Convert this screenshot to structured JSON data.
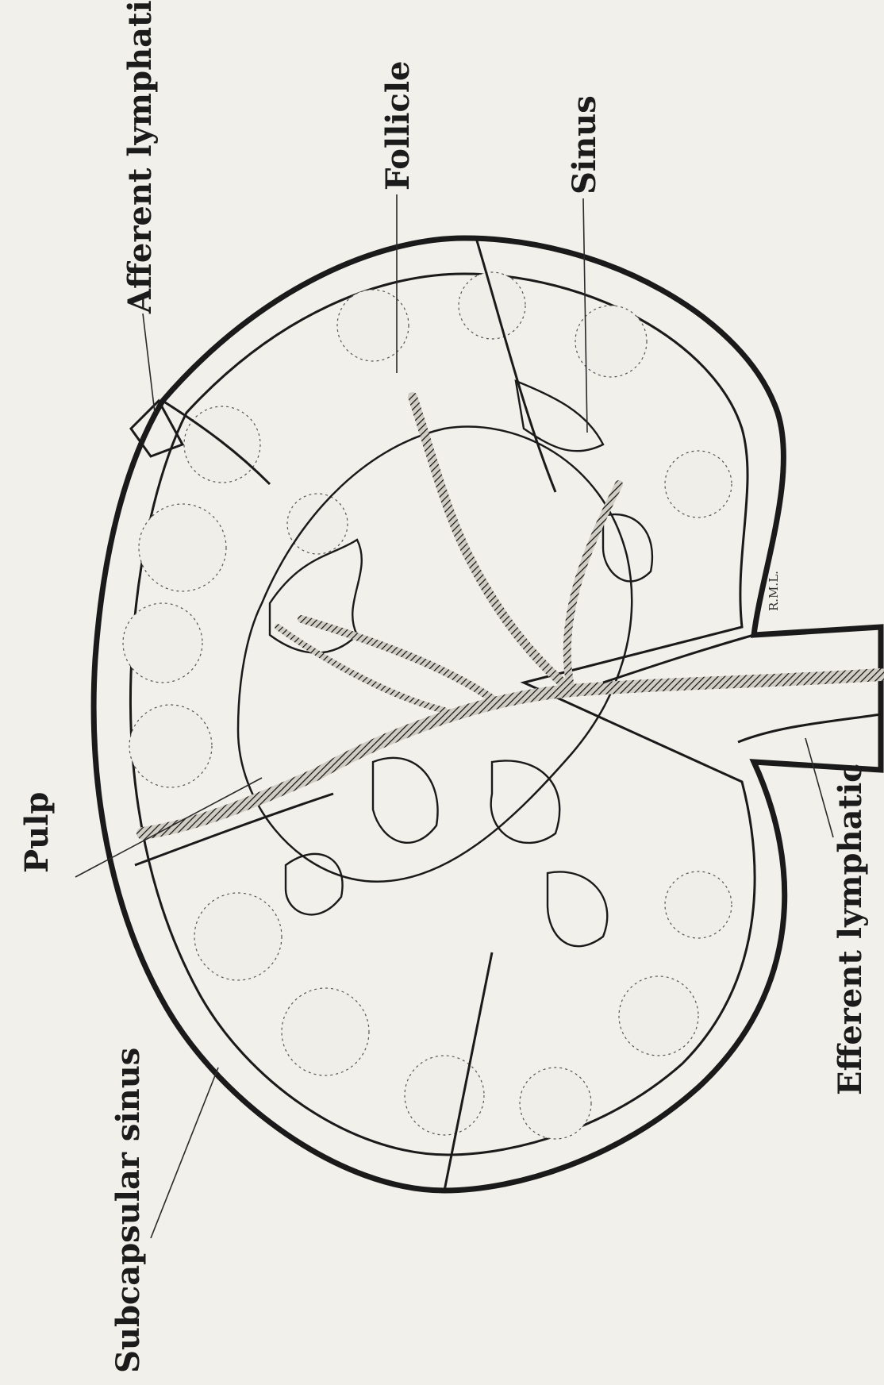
{
  "figure": {
    "initials": "R.M.L.",
    "colors": {
      "paper": "#f1f0ea",
      "ink": "#1a1a1a",
      "pulp": "#e4e2da"
    },
    "labels": {
      "afferent": "Afferent lymphatic",
      "follicle": "Follicle",
      "sinus": "Sinus",
      "pulp": "Pulp",
      "subcapsular": "Subcapsular sinus",
      "efferent": "Efferent lymphatic"
    }
  }
}
